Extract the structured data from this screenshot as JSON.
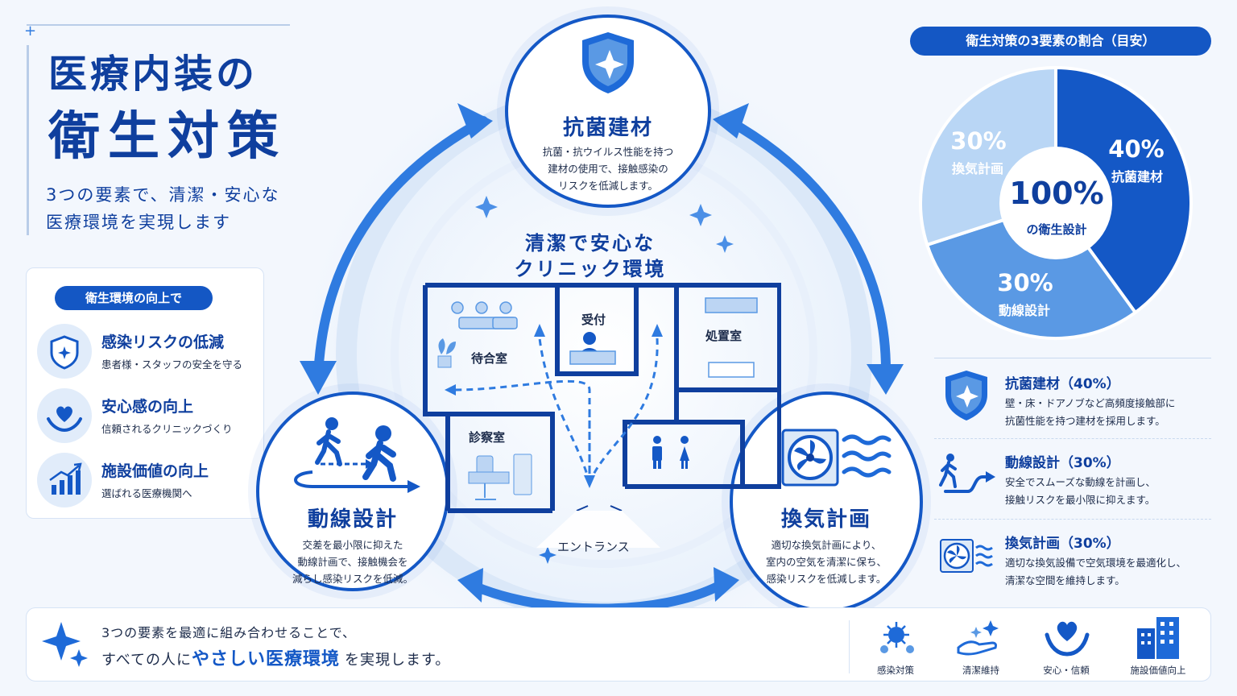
{
  "header": {
    "title_line1": "医療内装の",
    "title_line2": "衛生対策",
    "subtitle_line1": "3つの要素で、清潔・安心な",
    "subtitle_line2": "医療環境を実現します"
  },
  "benefits": {
    "label": "衛生環境の向上で",
    "items": [
      {
        "title": "感染リスクの低減",
        "sub": "患者様・スタッフの安全を守る",
        "icon": "shield-icon"
      },
      {
        "title": "安心感の向上",
        "sub": "信頼されるクリニックづくり",
        "icon": "heart-hands-icon"
      },
      {
        "title": "施設価値の向上",
        "sub": "選ばれる医療機関へ",
        "icon": "growth-chart-icon"
      }
    ]
  },
  "nodes": {
    "top": {
      "title": "抗菌建材",
      "desc": "抗菌・抗ウイルス性能を持つ\n建材の使用で、接触感染の\nリスクを低減します。",
      "icon": "shield-icon"
    },
    "left": {
      "title": "動線設計",
      "desc": "交差を最小限に抑えた\n動線計画で、接触機会を\n減らし感染リスクを低減。",
      "icon": "walking-people-icon"
    },
    "right": {
      "title": "換気計画",
      "desc": "適切な換気計画により、\n室内の空気を清潔に保ち、\n感染リスクを低減します。",
      "icon": "ventilation-fan-icon"
    }
  },
  "center": {
    "title_line1": "清潔で安心な",
    "title_line2": "クリニック環境",
    "rooms": {
      "waiting": "待合室",
      "reception": "受付",
      "treatment": "処置室",
      "exam": "診察室",
      "entrance": "エントランス"
    }
  },
  "chart_data": {
    "type": "pie",
    "title": "衛生対策の3要素の割合（目安）",
    "center_value": "100%",
    "center_label": "の衛生設計",
    "categories": [
      "抗菌建材",
      "動線設計",
      "換気計画"
    ],
    "values": [
      40,
      30,
      30
    ],
    "value_labels": [
      "40%",
      "30%",
      "30%"
    ],
    "colors": [
      "#1458c6",
      "#5a99e4",
      "#b9d6f5"
    ]
  },
  "right_panel": [
    {
      "title": "抗菌建材（40%）",
      "text": "壁・床・ドアノブなど高頻度接触部に\n抗菌性能を持つ建材を採用します。",
      "icon": "shield-icon"
    },
    {
      "title": "動線設計（30%）",
      "text": "安全でスムーズな動線を計画し、\n接触リスクを最小限に抑えます。",
      "icon": "walking-arrow-icon"
    },
    {
      "title": "換気計画（30%）",
      "text": "適切な換気設備で空気環境を最適化し、\n清潔な空間を維持します。",
      "icon": "ventilation-fan-icon"
    }
  ],
  "footer": {
    "line1": "3つの要素を最適に組み合わせることで、",
    "line2_pre": "すべての人に",
    "line2_em": "やさしい医療環境",
    "line2_post": "を実現します。",
    "icons": [
      {
        "label": "感染対策",
        "icon": "virus-icon"
      },
      {
        "label": "清潔維持",
        "icon": "clean-hand-icon"
      },
      {
        "label": "安心・信頼",
        "icon": "heart-hands-icon"
      },
      {
        "label": "施設価値向上",
        "icon": "building-icon"
      }
    ]
  },
  "colors": {
    "primary": "#1458c6",
    "navy": "#0f3f9e",
    "light": "#e1ecfa",
    "background": "#f3f7fd"
  }
}
